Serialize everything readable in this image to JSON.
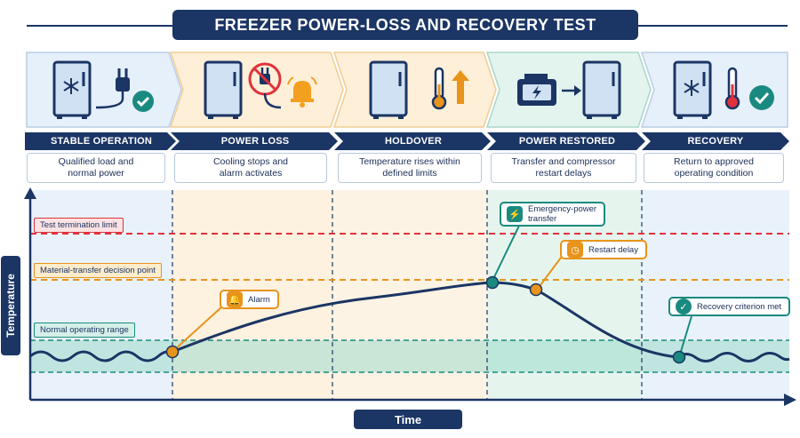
{
  "title": "FREEZER POWER-LOSS AND RECOVERY TEST",
  "stages": [
    {
      "name": "STABLE OPERATION",
      "desc_line1": "Qualified load and",
      "desc_line2": "normal power"
    },
    {
      "name": "POWER LOSS",
      "desc_line1": "Cooling stops and",
      "desc_line2": "alarm activates"
    },
    {
      "name": "HOLDOVER",
      "desc_line1": "Temperature rises within",
      "desc_line2": "defined limits"
    },
    {
      "name": "POWER RESTORED",
      "desc_line1": "Transfer and compressor",
      "desc_line2": "restart delays"
    },
    {
      "name": "RECOVERY",
      "desc_line1": "Return to approved",
      "desc_line2": "operating condition"
    }
  ],
  "thresholds": {
    "termination": "Test termination limit",
    "decision": "Material-transfer decision point",
    "normal_range": "Normal operating range"
  },
  "callouts": {
    "alarm": "Alarm",
    "transfer_line1": "Emergency-power",
    "transfer_line2": "transfer",
    "restart": "Restart delay",
    "recovery": "Recovery criterion met"
  },
  "axes": {
    "y": "Temperature",
    "x": "Time"
  },
  "colors": {
    "navy": "#1b3564",
    "red": "#e0323c",
    "orange": "#e8931a",
    "teal": "#1a8a80",
    "stable_bg": "#e8f1fb",
    "loss_bg": "#fdf0dc",
    "power_bg": "#e4f4ef"
  }
}
